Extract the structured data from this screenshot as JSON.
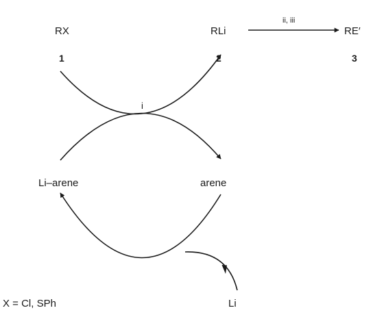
{
  "compounds": {
    "rx": {
      "label": "RX",
      "number": "1"
    },
    "rli": {
      "label": "RLi",
      "number": "2"
    },
    "re": {
      "label": "RE′",
      "number": "3"
    },
    "li_arene": {
      "label": "Li–arene"
    },
    "arene": {
      "label": "arene"
    },
    "li": {
      "label": "Li"
    }
  },
  "conditions": {
    "step_i": "i",
    "step_ii_iii": "ii, iii"
  },
  "footnote": "X = Cl, SPh"
}
